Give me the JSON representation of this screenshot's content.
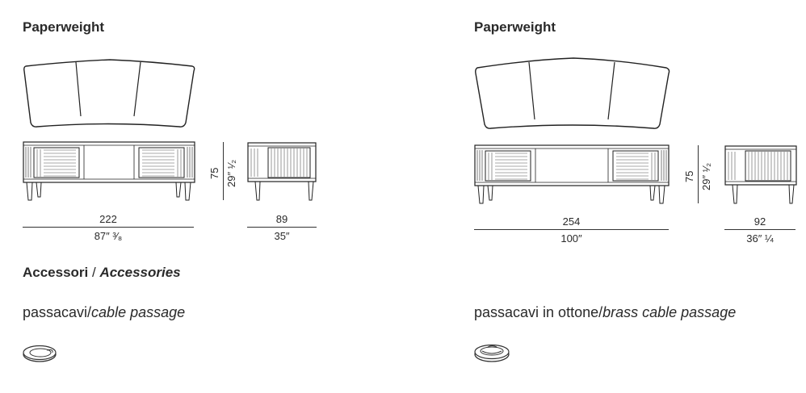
{
  "left": {
    "title": "Paperweight",
    "width_cm": "222",
    "width_in": "87″ ³⁄₈",
    "height_cm": "75",
    "height_in": "29″ ¹⁄₂",
    "depth_cm": "89",
    "depth_in": "35″"
  },
  "right": {
    "title": "Paperweight",
    "width_cm": "254",
    "width_in": "100″",
    "height_cm": "75",
    "height_in": "29″ ¹⁄₂",
    "depth_cm": "92",
    "depth_in": "36″ ¼"
  },
  "accessories": {
    "title_it": "Accessori",
    "separator": " / ",
    "title_en": "Accessories"
  },
  "items": [
    {
      "label_it": "passacavi/",
      "label_en": "cable passage",
      "icon": "cable-passage-icon"
    },
    {
      "label_it": "passacavi in ottone/",
      "label_en": "brass cable passage",
      "icon": "brass-cable-passage-icon"
    }
  ]
}
